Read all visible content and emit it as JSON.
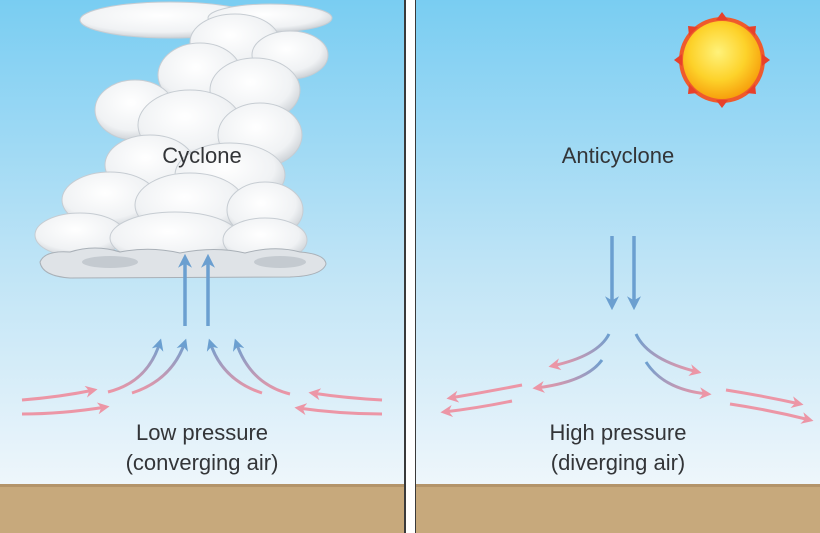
{
  "colors": {
    "sky_top": "#79cdf2",
    "sky_bottom": "#eef6fb",
    "ground": "#c7a97c",
    "ascending_arrow": "#6b9fd0",
    "surface_arrow": "#ec96a6",
    "sun": "#fbb614"
  },
  "icons": {
    "cloud": "cumulonimbus-cloud",
    "sun": "sun"
  },
  "cyclone": {
    "title": "Cyclone",
    "caption_line1": "Low pressure",
    "caption_line2": "(converging air)"
  },
  "anticyclone": {
    "title": "Anticyclone",
    "caption_line1": "High pressure",
    "caption_line2": "(diverging air)"
  }
}
